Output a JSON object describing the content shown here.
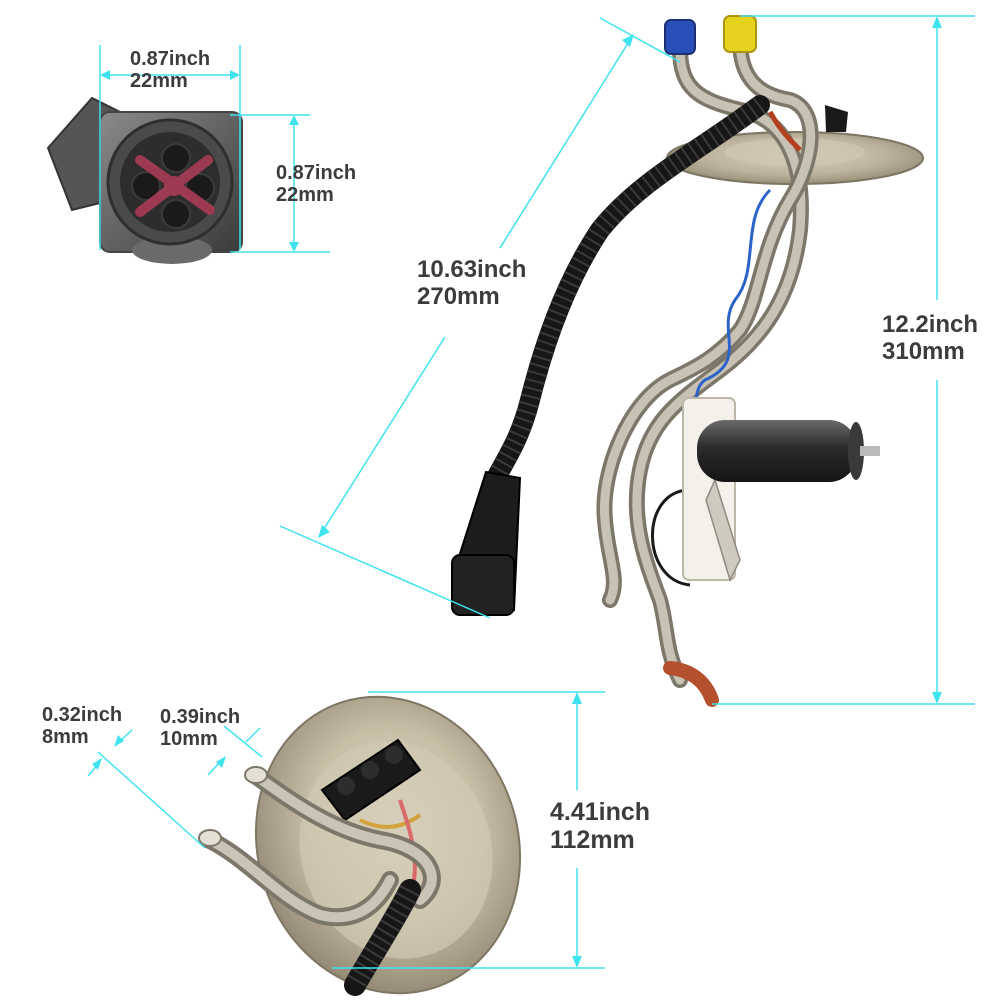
{
  "colors": {
    "dimension_line": "#3fe3ee",
    "label_text": "#3c3c3c",
    "steel": "#b7b3a8",
    "hose": "#1c1c1c",
    "cap_blue": "#2a4fb8",
    "cap_yellow": "#e7d21e",
    "connector_pin": "#9b3a50"
  },
  "icons": [
    "electrical-connector",
    "fuel-pump-sending-unit",
    "tank-flange",
    "float-arm-sensor"
  ],
  "dimensions": {
    "connector_width": {
      "inch": "0.87inch",
      "mm": "22mm"
    },
    "connector_height": {
      "inch": "0.87inch",
      "mm": "22mm"
    },
    "harness_length": {
      "inch": "10.63inch",
      "mm": "270mm"
    },
    "overall_height": {
      "inch": "12.2inch",
      "mm": "310mm"
    },
    "small_tube": {
      "inch": "0.32inch",
      "mm": "8mm"
    },
    "large_tube": {
      "inch": "0.39inch",
      "mm": "10mm"
    },
    "flange_diameter": {
      "inch": "4.41inch",
      "mm": "112mm"
    }
  }
}
